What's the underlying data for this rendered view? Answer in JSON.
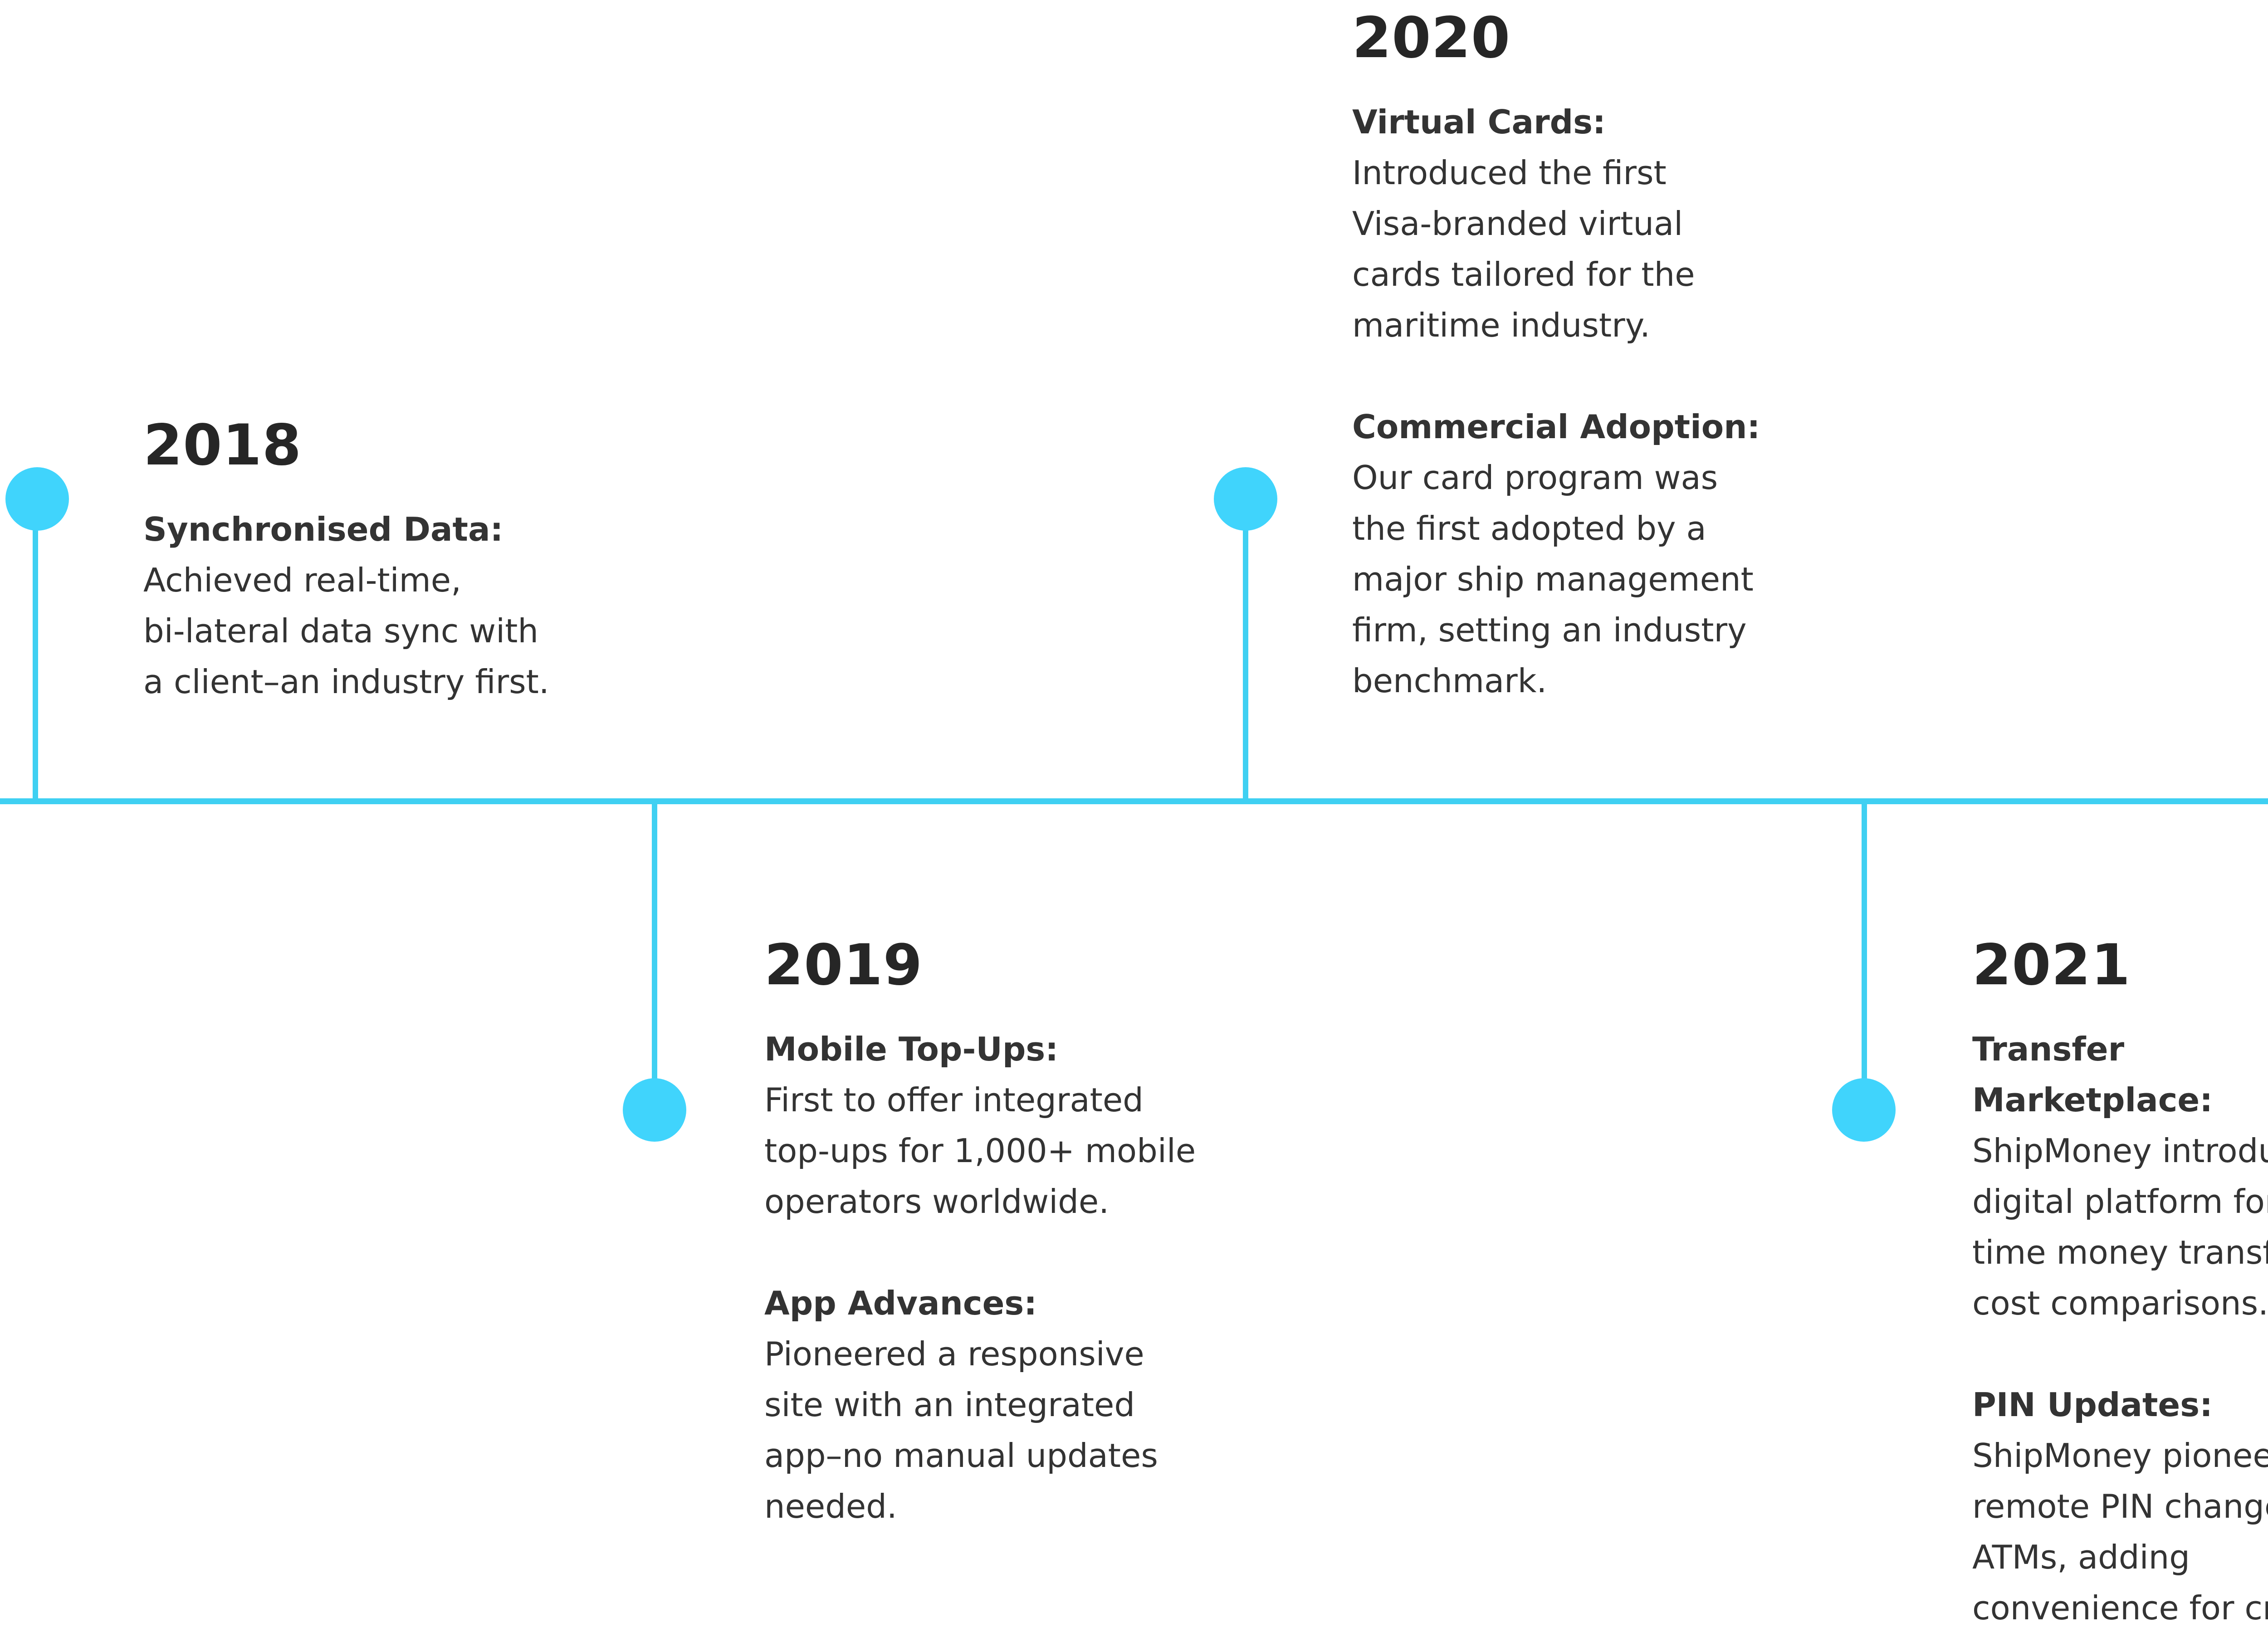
{
  "colors": {
    "accent": "#3fd0f2",
    "dot": "#40d4fc",
    "text": "#333333"
  },
  "timeline": {
    "entries": [
      {
        "year": "2018",
        "items": [
          {
            "title": "Synchronised Data:",
            "text": "Achieved real-time,\nbi-lateral data sync with\na client–an industry first."
          }
        ]
      },
      {
        "year": "2019",
        "items": [
          {
            "title": "Mobile Top-Ups:",
            "text": "First to offer integrated\ntop-ups for 1,000+ mobile\noperators worldwide."
          },
          {
            "title": "App Advances:",
            "text": "Pioneered a responsive\nsite with an integrated\napp–no manual updates\nneeded."
          }
        ]
      },
      {
        "year": "2020",
        "items": [
          {
            "title": "Virtual Cards:",
            "text": "Introduced the first\nVisa-branded virtual\ncards tailored for the\nmaritime industry."
          },
          {
            "title": "Commercial Adoption:",
            "text": "Our card program was\nthe first adopted by a\nmajor ship management\nfirm, setting an industry\nbenchmark."
          }
        ]
      },
      {
        "year": "2021",
        "items": [
          {
            "title": "Transfer Marketplace:",
            "text": "ShipMoney introduced a\ndigital platform for real-\ntime money transfer\ncost comparisons."
          },
          {
            "title": "PIN Updates:",
            "text": "ShipMoney pioneered\nremote PIN changes via\nATMs, adding\nconvenience for crew."
          }
        ]
      }
    ]
  }
}
